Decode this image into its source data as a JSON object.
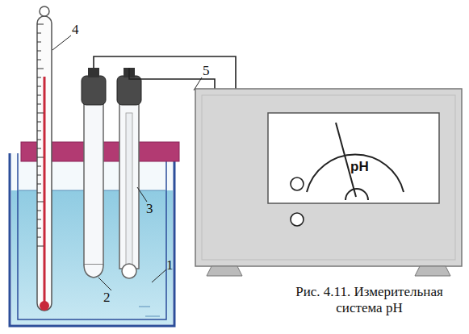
{
  "diagram": {
    "caption": "Рис. 4.11. Измерительная система pH",
    "labels": [
      "4",
      "5",
      "3",
      "1",
      "2",
      "pH"
    ]
  }
}
